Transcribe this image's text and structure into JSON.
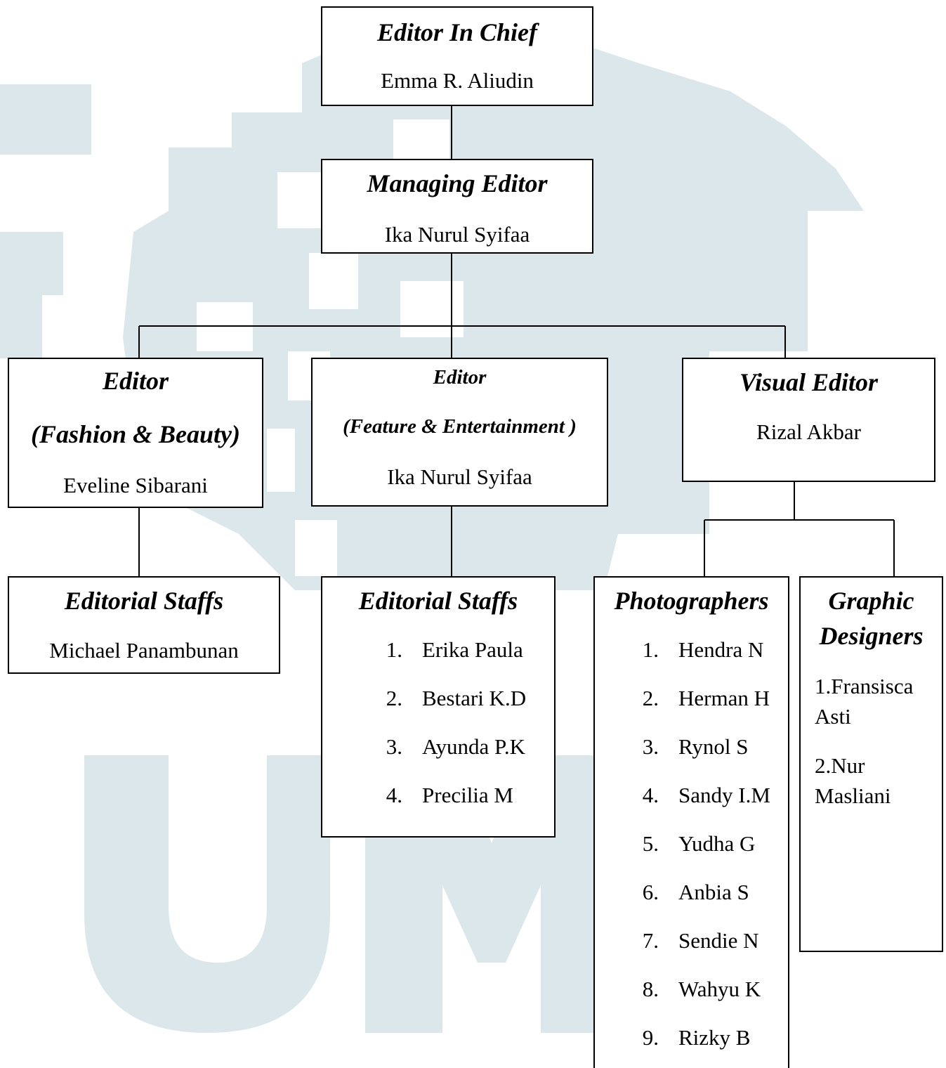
{
  "chart": {
    "root": {
      "title": "Editor In Chief",
      "name": "Emma R. Aliudin"
    },
    "managing": {
      "title": "Managing Editor",
      "name": "Ika Nurul Syifaa"
    },
    "fashion": {
      "title_line1": "Editor",
      "title_line2": "(Fashion & Beauty)",
      "name": "Eveline Sibarani"
    },
    "feature": {
      "title_line1": "Editor",
      "title_line2": "(Feature & Entertainment )",
      "name": "Ika Nurul Syifaa"
    },
    "visual": {
      "title": "Visual Editor",
      "name": "Rizal Akbar"
    },
    "staff_fashion": {
      "title": "Editorial Staffs",
      "name": "Michael Panambunan"
    },
    "staff_feature": {
      "title": "Editorial Staffs",
      "members": [
        {
          "num": "1.",
          "name": "Erika Paula"
        },
        {
          "num": "2.",
          "name": "Bestari K.D"
        },
        {
          "num": "3.",
          "name": "Ayunda P.K"
        },
        {
          "num": "4.",
          "name": "Precilia M"
        }
      ]
    },
    "photographers": {
      "title": "Photographers",
      "members": [
        {
          "num": "1.",
          "name": "Hendra N"
        },
        {
          "num": "2.",
          "name": "Herman H"
        },
        {
          "num": "3.",
          "name": "Rynol S"
        },
        {
          "num": "4.",
          "name": "Sandy I.M"
        },
        {
          "num": "5.",
          "name": "Yudha G"
        },
        {
          "num": "6.",
          "name": "Anbia S"
        },
        {
          "num": "7.",
          "name": "Sendie N"
        },
        {
          "num": "8.",
          "name": "Wahyu K"
        },
        {
          "num": "9.",
          "name": "Rizky B"
        }
      ]
    },
    "designers": {
      "title_line1": "Graphic",
      "title_line2": "Designers",
      "items": [
        {
          "line1": "1.Fransisca",
          "line2": "Asti"
        },
        {
          "line1": "2.Nur",
          "line2": "Masliani"
        }
      ]
    }
  },
  "colors": {
    "watermark": "#dce7ec",
    "line": "#000000",
    "box_border": "#000000"
  }
}
